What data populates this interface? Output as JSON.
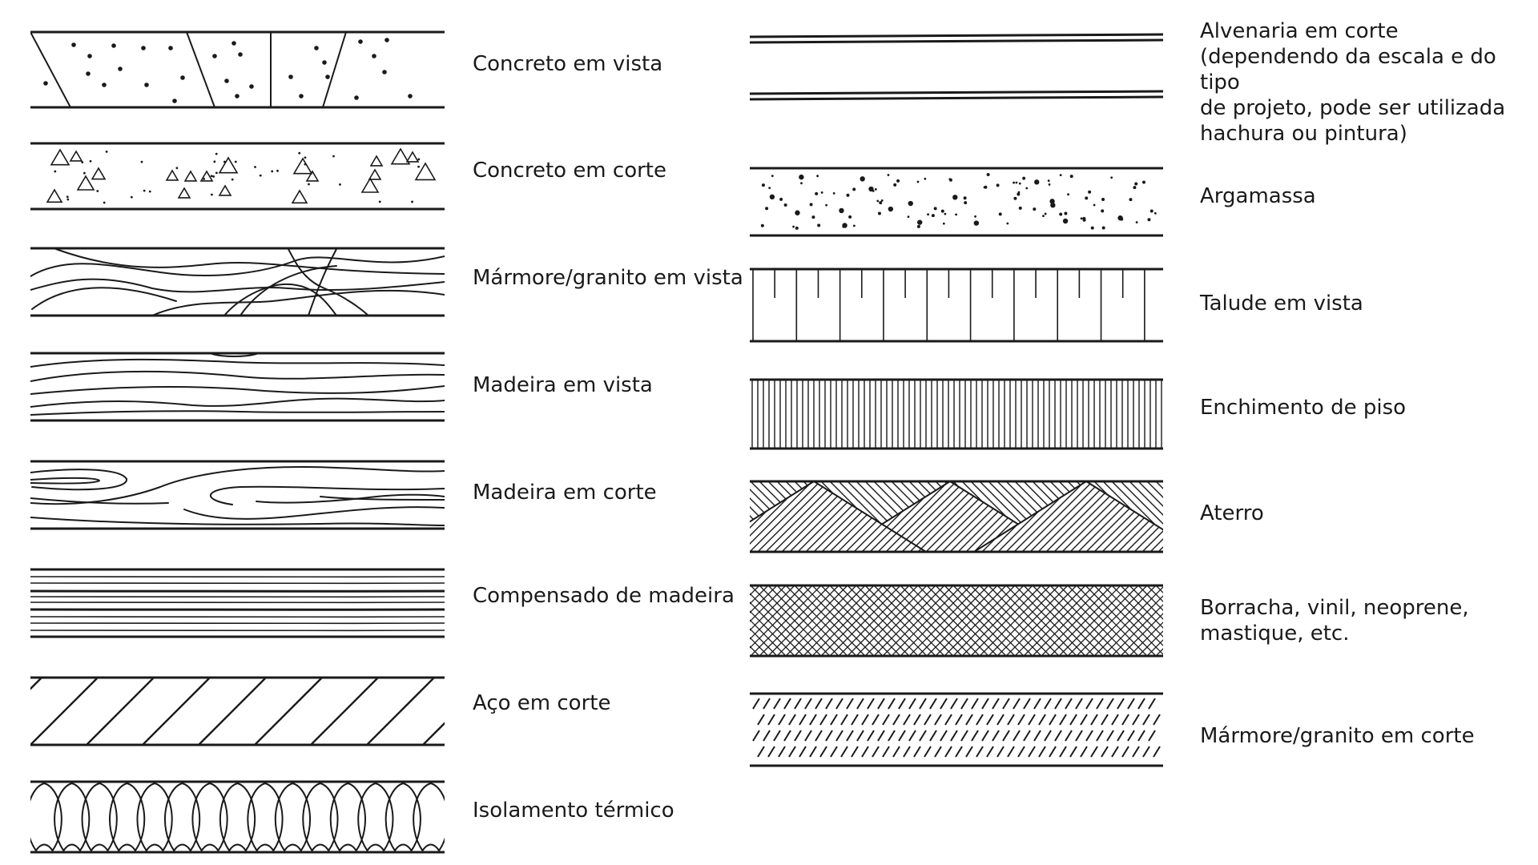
{
  "legend": {
    "left": [
      {
        "id": "concreto-vista",
        "label": "Concreto em vista"
      },
      {
        "id": "concreto-corte",
        "label": "Concreto em corte"
      },
      {
        "id": "marmore-vista",
        "label": "Mármore/granito em vista"
      },
      {
        "id": "madeira-vista",
        "label": "Madeira em vista"
      },
      {
        "id": "madeira-corte",
        "label": "Madeira em corte"
      },
      {
        "id": "compensado",
        "label": "Compensado de madeira"
      },
      {
        "id": "aco-corte",
        "label": "Aço em corte"
      },
      {
        "id": "isolamento",
        "label": "Isolamento térmico"
      }
    ],
    "right": [
      {
        "id": "alvenaria",
        "label": "Alvenaria em corte\n(dependendo da escala e do tipo\nde projeto, pode ser utilizada\nhachura ou pintura)"
      },
      {
        "id": "argamassa",
        "label": "Argamassa"
      },
      {
        "id": "talude",
        "label": "Talude em vista"
      },
      {
        "id": "enchimento",
        "label": "Enchimento de piso"
      },
      {
        "id": "aterro",
        "label": "Aterro"
      },
      {
        "id": "borracha",
        "label": "Borracha, vinil, neoprene,\nmastique, etc."
      },
      {
        "id": "marmore-corte",
        "label": "Mármore/granito em corte"
      }
    ]
  },
  "colors": {
    "ink": "#1a1a1a",
    "background": "#ffffff"
  }
}
